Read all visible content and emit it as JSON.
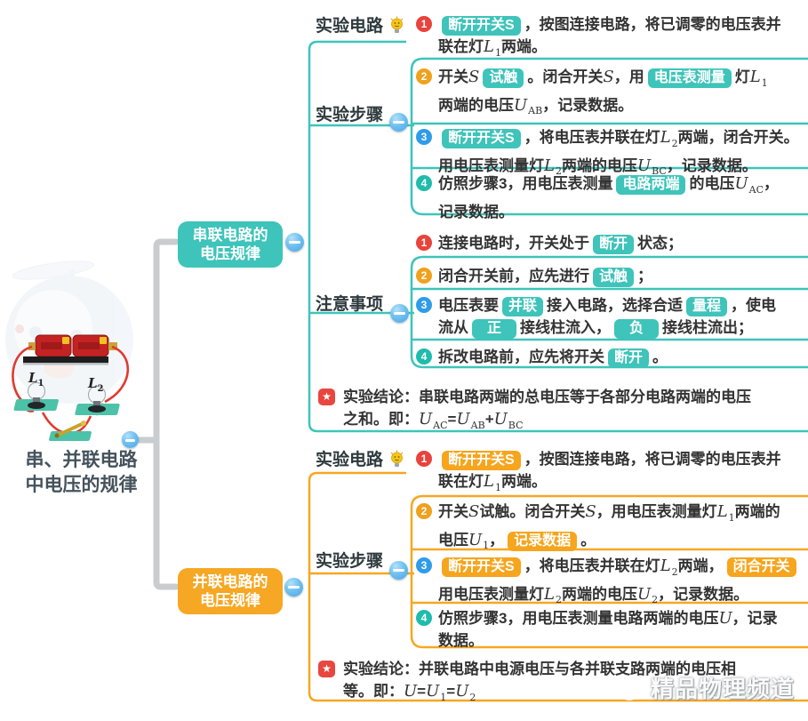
{
  "root": {
    "title_line1": "串、并联电路",
    "title_line2": "中电压的规律",
    "lamp1": "L",
    "lamp1_sub": "1",
    "lamp2": "L",
    "lamp2_sub": "2"
  },
  "watermark": {
    "text": "精品物理频道"
  },
  "colors": {
    "teal": "#3ec4ba",
    "orange": "#f6a723",
    "trunk_gray": "#c9cdd0",
    "minus_blue": "#5fb7ee",
    "badge_red": "#e8433c",
    "badge_amber": "#f0a11e",
    "badge_blue": "#2f9ce8",
    "badge_teal": "#1fbcab",
    "star_red": "#e8473f"
  },
  "icons": {
    "bulb": "lightbulb-icon",
    "star": "★",
    "minus": "−"
  },
  "series": {
    "node_line1": "串联电路的",
    "node_line2": "电压规律",
    "circuit_label": "实验电路",
    "steps_label": "实验步骤",
    "notes_label": "注意事项",
    "steps": [
      {
        "num": "1",
        "badge_color": "#e8433c",
        "segments": [
          {
            "t": "hl",
            "v": "断开开关S"
          },
          {
            "t": "text",
            "v": "，按图连接电路，将已调零的电压表并"
          },
          {
            "t": "br"
          },
          {
            "t": "text",
            "v": "联在灯"
          },
          {
            "t": "var",
            "v": "L",
            "s": "1"
          },
          {
            "t": "text",
            "v": "两端。"
          }
        ]
      },
      {
        "num": "2",
        "badge_color": "#f0a11e",
        "segments": [
          {
            "t": "text",
            "v": "开关"
          },
          {
            "t": "var",
            "v": "S"
          },
          {
            "t": "hl",
            "v": "试触"
          },
          {
            "t": "text",
            "v": "。闭合开关"
          },
          {
            "t": "var",
            "v": "S"
          },
          {
            "t": "text",
            "v": "，用"
          },
          {
            "t": "hl",
            "v": "电压表测量"
          },
          {
            "t": "text",
            "v": "灯"
          },
          {
            "t": "var",
            "v": "L",
            "s": "1"
          },
          {
            "t": "br"
          },
          {
            "t": "text",
            "v": "两端的电压"
          },
          {
            "t": "var",
            "v": "U",
            "s": "AB"
          },
          {
            "t": "text",
            "v": "，记录数据。"
          }
        ]
      },
      {
        "num": "3",
        "badge_color": "#2f9ce8",
        "segments": [
          {
            "t": "hl",
            "v": "断开开关S"
          },
          {
            "t": "text",
            "v": "，将电压表并联在灯"
          },
          {
            "t": "var",
            "v": "L",
            "s": "2"
          },
          {
            "t": "text",
            "v": "两端，闭合开关。"
          },
          {
            "t": "br"
          },
          {
            "t": "text",
            "v": "用电压表测量灯"
          },
          {
            "t": "var",
            "v": "L",
            "s": "2"
          },
          {
            "t": "text",
            "v": "两端的电压"
          },
          {
            "t": "var",
            "v": "U",
            "s": "BC"
          },
          {
            "t": "text",
            "v": "，记录数据。"
          }
        ]
      },
      {
        "num": "4",
        "badge_color": "#1fbcab",
        "segments": [
          {
            "t": "text",
            "v": "仿照步骤3，用电压表测量"
          },
          {
            "t": "hl",
            "v": "电路两端"
          },
          {
            "t": "text",
            "v": "的电压"
          },
          {
            "t": "var",
            "v": "U",
            "s": "AC"
          },
          {
            "t": "text",
            "v": "，"
          },
          {
            "t": "br"
          },
          {
            "t": "text",
            "v": "记录数据。"
          }
        ]
      }
    ],
    "notes": [
      {
        "num": "1",
        "badge_color": "#e8433c",
        "segments": [
          {
            "t": "text",
            "v": "连接电路时，开关处于"
          },
          {
            "t": "hl",
            "v": "断开"
          },
          {
            "t": "text",
            "v": "状态；"
          }
        ]
      },
      {
        "num": "2",
        "badge_color": "#f0a11e",
        "segments": [
          {
            "t": "text",
            "v": "闭合开关前，应先进行"
          },
          {
            "t": "hl",
            "v": "试触"
          },
          {
            "t": "text",
            "v": "；"
          }
        ]
      },
      {
        "num": "3",
        "badge_color": "#2f9ce8",
        "segments": [
          {
            "t": "text",
            "v": "电压表要"
          },
          {
            "t": "hl",
            "v": "并联"
          },
          {
            "t": "text",
            "v": "接入电路，选择合适"
          },
          {
            "t": "hl",
            "v": "量程"
          },
          {
            "t": "text",
            "v": "，使电"
          },
          {
            "t": "br"
          },
          {
            "t": "text",
            "v": "流从"
          },
          {
            "t": "hl",
            "v": "正",
            "w": true
          },
          {
            "t": "text",
            "v": "接线柱流入，"
          },
          {
            "t": "hl",
            "v": "负",
            "w": true
          },
          {
            "t": "text",
            "v": "接线柱流出；"
          }
        ]
      },
      {
        "num": "4",
        "badge_color": "#1fbcab",
        "segments": [
          {
            "t": "text",
            "v": "拆改电路前，应先将开关"
          },
          {
            "t": "hl",
            "v": "断开"
          },
          {
            "t": "text",
            "v": "。"
          }
        ]
      }
    ],
    "conclusion_segments": [
      {
        "t": "text",
        "v": "实验结论：串联电路两端的总电压等于各部分电路两端的电压"
      },
      {
        "t": "br"
      },
      {
        "t": "text",
        "v": "之和。即："
      },
      {
        "t": "var",
        "v": "U",
        "s": "AC"
      },
      {
        "t": "text",
        "v": "="
      },
      {
        "t": "var",
        "v": "U",
        "s": "AB"
      },
      {
        "t": "text",
        "v": "+"
      },
      {
        "t": "var",
        "v": "U",
        "s": "BC"
      }
    ]
  },
  "parallel": {
    "node_line1": "并联电路的",
    "node_line2": "电压规律",
    "circuit_label": "实验电路",
    "steps_label": "实验步骤",
    "steps": [
      {
        "num": "1",
        "badge_color": "#e8433c",
        "segments": [
          {
            "t": "hl",
            "v": "断开开关S"
          },
          {
            "t": "text",
            "v": "，按图连接电路，将已调零的电压表并"
          },
          {
            "t": "br"
          },
          {
            "t": "text",
            "v": "联在灯"
          },
          {
            "t": "var",
            "v": "L",
            "s": "1"
          },
          {
            "t": "text",
            "v": "两端。"
          }
        ]
      },
      {
        "num": "2",
        "badge_color": "#f0a11e",
        "segments": [
          {
            "t": "text",
            "v": "开关"
          },
          {
            "t": "var",
            "v": "S"
          },
          {
            "t": "text",
            "v": "试触。闭合开关"
          },
          {
            "t": "var",
            "v": "S"
          },
          {
            "t": "text",
            "v": "，用电压表测量灯"
          },
          {
            "t": "var",
            "v": "L",
            "s": "1"
          },
          {
            "t": "text",
            "v": "两端的"
          },
          {
            "t": "br"
          },
          {
            "t": "text",
            "v": "电压"
          },
          {
            "t": "var",
            "v": "U",
            "s": "1"
          },
          {
            "t": "text",
            "v": "，"
          },
          {
            "t": "hl",
            "v": "记录数据"
          },
          {
            "t": "text",
            "v": "。"
          }
        ]
      },
      {
        "num": "3",
        "badge_color": "#2f9ce8",
        "segments": [
          {
            "t": "hl",
            "v": "断开开关S"
          },
          {
            "t": "text",
            "v": "，将电压表并联在灯"
          },
          {
            "t": "var",
            "v": "L",
            "s": "2"
          },
          {
            "t": "text",
            "v": "两端，"
          },
          {
            "t": "hl",
            "v": "闭合开关"
          },
          {
            "t": "br"
          },
          {
            "t": "text",
            "v": "用电压表测量灯"
          },
          {
            "t": "var",
            "v": "L",
            "s": "2"
          },
          {
            "t": "text",
            "v": "两端的电压"
          },
          {
            "t": "var",
            "v": "U",
            "s": "2"
          },
          {
            "t": "text",
            "v": "，记录数据。"
          }
        ]
      },
      {
        "num": "4",
        "badge_color": "#1fbcab",
        "segments": [
          {
            "t": "text",
            "v": "仿照步骤3，用电压表测量电路两端的电压"
          },
          {
            "t": "var",
            "v": "U"
          },
          {
            "t": "text",
            "v": "，记录"
          },
          {
            "t": "br"
          },
          {
            "t": "text",
            "v": "数据。"
          }
        ]
      }
    ],
    "conclusion_segments": [
      {
        "t": "text",
        "v": "实验结论：并联电路中电源电压与各并联支路两端的电压相"
      },
      {
        "t": "br"
      },
      {
        "t": "text",
        "v": "等。即："
      },
      {
        "t": "var",
        "v": "U"
      },
      {
        "t": "text",
        "v": "="
      },
      {
        "t": "var",
        "v": "U",
        "s": "1"
      },
      {
        "t": "text",
        "v": "="
      },
      {
        "t": "var",
        "v": "U",
        "s": "2"
      }
    ]
  }
}
